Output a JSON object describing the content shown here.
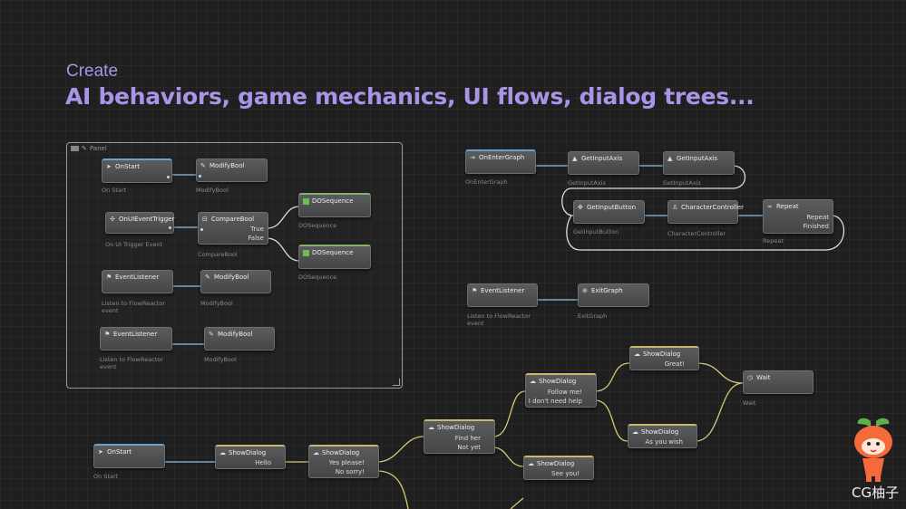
{
  "headline": {
    "small": "Create",
    "big": "AI behaviors, game mechanics, UI flows, dialog trees..."
  },
  "panel": {
    "title": "Panel"
  },
  "nodes": {
    "on_start_1": {
      "title": "OnStart",
      "caption": "On Start"
    },
    "modify_bool_1": {
      "title": "ModifyBool",
      "caption": "ModifyBool"
    },
    "on_ui_event": {
      "title": "OnUIEventTrigger",
      "caption": "On UI Trigger Event"
    },
    "compare_bool": {
      "title": "CompareBool",
      "out1": "True",
      "out2": "False",
      "caption": "CompareBool"
    },
    "do_sequence_1": {
      "title": "DOSequence",
      "caption": "DOSequence"
    },
    "do_sequence_2": {
      "title": "DOSequence",
      "caption": "DOSequence"
    },
    "event_listener_1": {
      "title": "EventListener",
      "caption": "Listen to FlowReactor event"
    },
    "modify_bool_2": {
      "title": "ModifyBool",
      "caption": "ModifyBool"
    },
    "event_listener_2": {
      "title": "EventListener",
      "caption": "Listen to FlowReactor event"
    },
    "modify_bool_3": {
      "title": "ModifyBool",
      "caption": "ModifyBool"
    },
    "on_enter_graph": {
      "title": "OnEnterGraph",
      "caption": "OnEnterGraph"
    },
    "get_input_axis_1": {
      "title": "GetInputAxis",
      "caption": "GetInputAxis"
    },
    "get_input_axis_2": {
      "title": "GetInputAxis",
      "caption": "GetInputAxis"
    },
    "get_input_button": {
      "title": "GetInputButton",
      "caption": "GetInputButton"
    },
    "character_controller": {
      "title": "CharacterController",
      "caption": "CharacterController"
    },
    "repeat": {
      "title": "Repeat",
      "out1": "Repeat",
      "out2": "Finished",
      "caption": "Repeat"
    },
    "event_listener_3": {
      "title": "EventListener",
      "caption": "Listen to FlowReactor event"
    },
    "exit_graph": {
      "title": "ExitGraph",
      "caption": "ExitGraph"
    },
    "on_start_2": {
      "title": "OnStart",
      "caption": "On Start"
    },
    "show_dialog_hello": {
      "title": "ShowDialog",
      "out1": "Hello"
    },
    "show_dialog_yes": {
      "title": "ShowDialog",
      "out1": "Yes please!",
      "out2": "No sorry!"
    },
    "show_dialog_find": {
      "title": "ShowDialog",
      "out1": "Find her",
      "out2": "Not yet"
    },
    "show_dialog_follow": {
      "title": "ShowDialog",
      "out1": "Follow me!",
      "out2": "I don't need help"
    },
    "show_dialog_great": {
      "title": "ShowDialog",
      "out1": "Great!"
    },
    "show_dialog_wish": {
      "title": "ShowDialog",
      "out1": "As you wish"
    },
    "show_dialog_seeyou": {
      "title": "ShowDialog",
      "out1": "See you!"
    },
    "wait": {
      "title": "Wait",
      "caption": "Wait"
    }
  },
  "logo": {
    "text": "CG柚子"
  },
  "colors": {
    "headline": "#a994e8",
    "wire": "#8fc2e0",
    "wire_yellow": "#d6c97a",
    "wire_white": "#d8dde0"
  }
}
